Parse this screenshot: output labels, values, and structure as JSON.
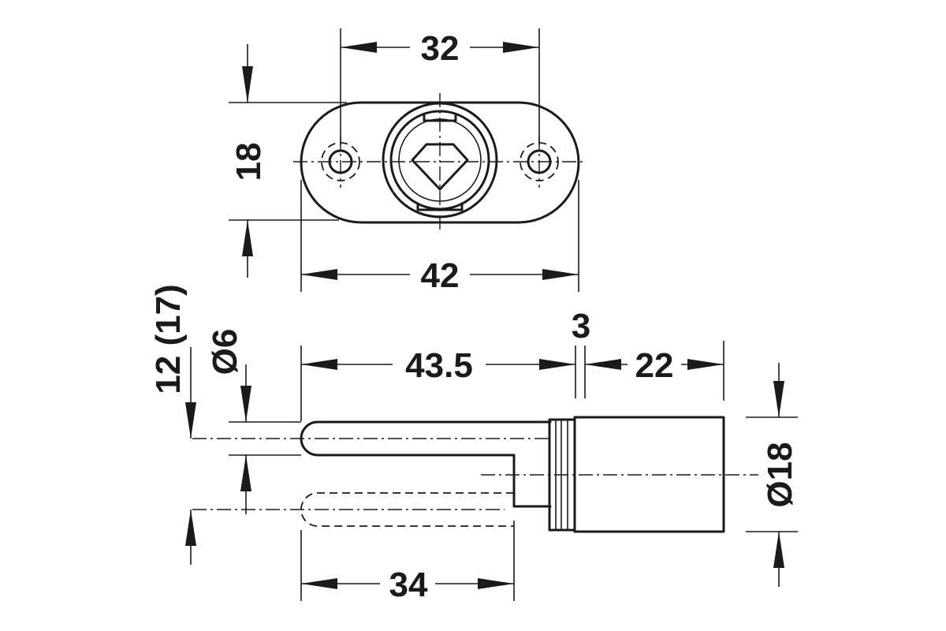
{
  "dimensions": {
    "top_width_holes": "32",
    "top_height": "18",
    "top_overall_width": "42",
    "bolt_travel": "12 (17)",
    "bolt_diameter": "Ø6",
    "bolt_length": "43.5",
    "flange_thickness": "3",
    "body_length": "22",
    "body_diameter": "Ø18",
    "retracted_length": "34"
  }
}
